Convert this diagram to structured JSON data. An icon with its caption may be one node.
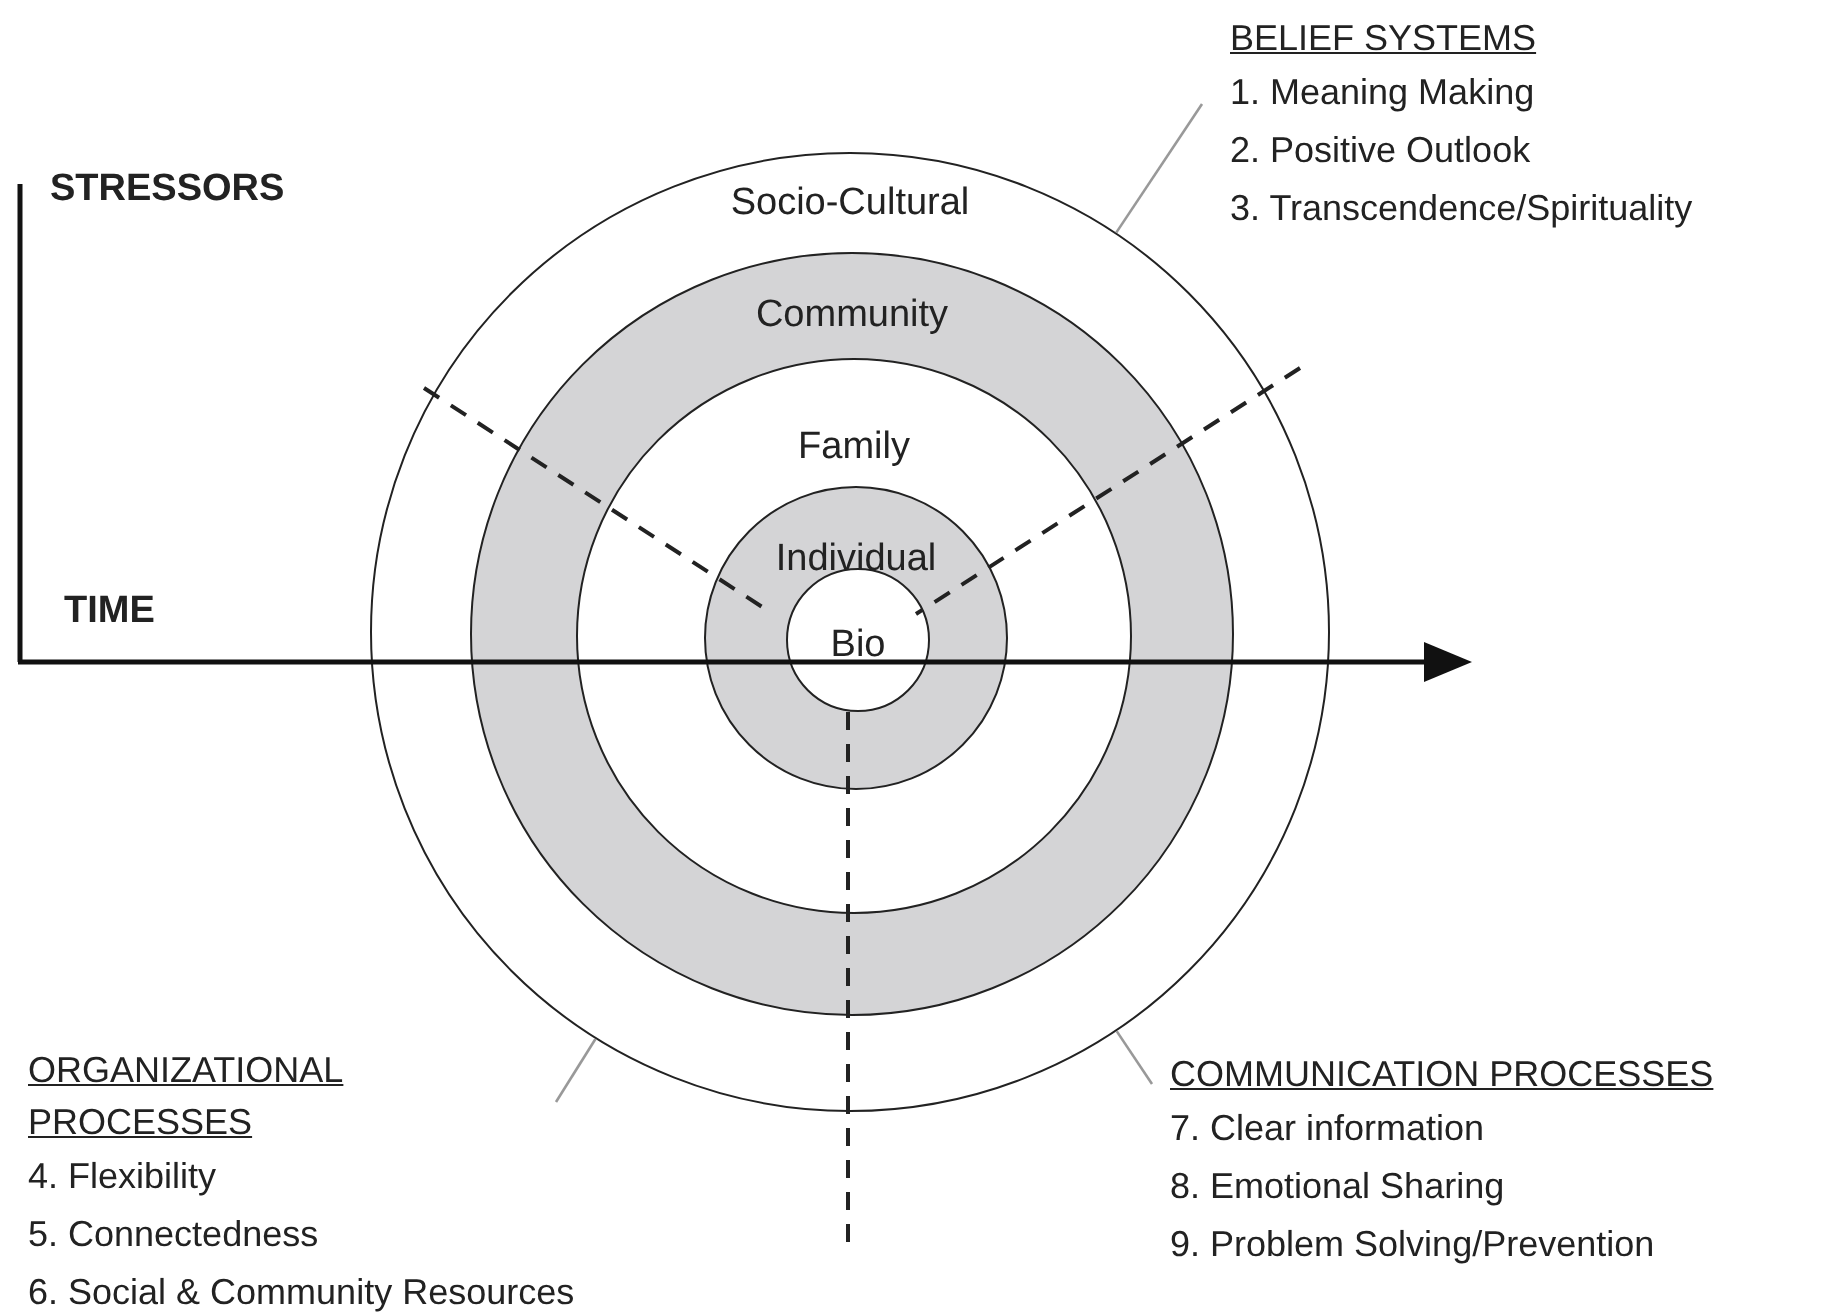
{
  "diagram": {
    "nodes": [
      {
        "text": [
          "Socio-Cultural"
        ]
      },
      {
        "text": [
          "Community"
        ],
        "in": 0
      },
      {
        "text": [
          "Family"
        ],
        "in": 1
      },
      {
        "text": [
          "Individual"
        ],
        "in": 2
      },
      {
        "text": [
          "Bio"
        ],
        "in": 3
      },
      {
        "text": [
          "BELIEF SYSTEMS",
          "1. Meaning Making",
          "2. Positive Outlook",
          "3. Transcendence/Spirituality"
        ]
      },
      {
        "text": [
          "ORGANIZATIONAL PROCESSES",
          "4. Flexibility",
          "5. Connectedness",
          "6. Social & Community Resources"
        ]
      },
      {
        "text": [
          "COMMUNICATION PROCESSES",
          "7. Clear information",
          "8. Emotional Sharing",
          "9. Problem Solving/Prevention"
        ]
      }
    ],
    "edges": [
      {
        "from": 5,
        "to": 0,
        "arrow": "none"
      },
      {
        "from": 6,
        "to": 0,
        "arrow": "none"
      },
      {
        "from": 7,
        "to": 0,
        "arrow": "none"
      }
    ],
    "labels": [
      "STRESSORS",
      "TIME"
    ]
  }
}
